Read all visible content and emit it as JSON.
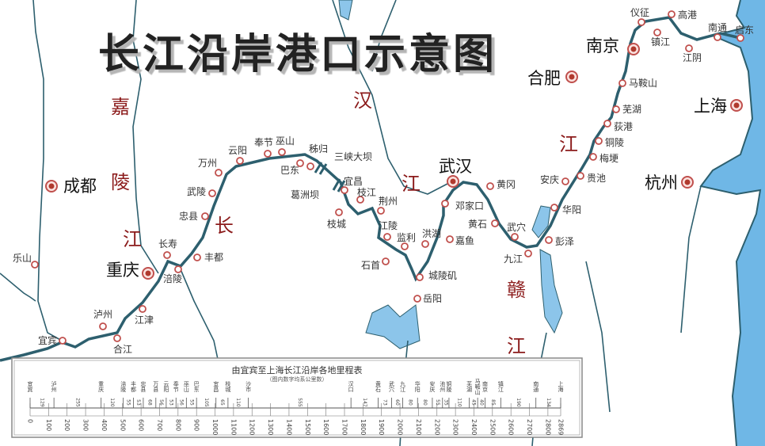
{
  "title": "长江沿岸港口示意图",
  "colors": {
    "river": "#2d5f6e",
    "water": "#6fb7e6",
    "port_ring": "#c0504d",
    "river_label": "#8b1a1a"
  },
  "cities": [
    {
      "name": "成都"
    },
    {
      "name": "重庆"
    },
    {
      "name": "武汉"
    },
    {
      "name": "合肥"
    },
    {
      "name": "南京"
    },
    {
      "name": "上海"
    },
    {
      "name": "杭州"
    }
  ],
  "ports": [
    {
      "name": "乐山"
    },
    {
      "name": "宜宾"
    },
    {
      "name": "泸州"
    },
    {
      "name": "合江"
    },
    {
      "name": "江津"
    },
    {
      "name": "长寿"
    },
    {
      "name": "涪陵"
    },
    {
      "name": "丰都"
    },
    {
      "name": "忠县"
    },
    {
      "name": "武陵"
    },
    {
      "name": "万州"
    },
    {
      "name": "云阳"
    },
    {
      "name": "奉节"
    },
    {
      "name": "巫山"
    },
    {
      "name": "巴东"
    },
    {
      "name": "秭归"
    },
    {
      "name": "宜昌"
    },
    {
      "name": "枝江"
    },
    {
      "name": "枝城"
    },
    {
      "name": "荆州"
    },
    {
      "name": "江陵"
    },
    {
      "name": "监利"
    },
    {
      "name": "洪湖"
    },
    {
      "name": "石首"
    },
    {
      "name": "城陵矶"
    },
    {
      "name": "岳阳"
    },
    {
      "name": "嘉鱼"
    },
    {
      "name": "邓家口"
    },
    {
      "name": "黄冈"
    },
    {
      "name": "黄石"
    },
    {
      "name": "武穴"
    },
    {
      "name": "九江"
    },
    {
      "name": "彭泽"
    },
    {
      "name": "华阳"
    },
    {
      "name": "安庆"
    },
    {
      "name": "贵池"
    },
    {
      "name": "梅埂"
    },
    {
      "name": "铜陵"
    },
    {
      "name": "荻港"
    },
    {
      "name": "芜湖"
    },
    {
      "name": "马鞍山"
    },
    {
      "name": "仪征"
    },
    {
      "name": "镇江"
    },
    {
      "name": "高港"
    },
    {
      "name": "江阴"
    },
    {
      "name": "南通"
    },
    {
      "name": "启东"
    }
  ],
  "dams": [
    {
      "name": "三峡大坝"
    },
    {
      "name": "葛洲坝"
    }
  ],
  "river_labels": [
    "嘉",
    "陵",
    "江",
    "长",
    "汉",
    "江",
    "江",
    "赣",
    "江"
  ],
  "mileage_table": {
    "title": "由宜宾至上海长江沿岸各地里程表",
    "subtitle": "（图内数字均系公里数）",
    "axis_max": 2869,
    "ticks": [
      0,
      100,
      200,
      300,
      400,
      500,
      600,
      700,
      800,
      900,
      1000,
      1100,
      1200,
      1300,
      1400,
      1500,
      1600,
      1700,
      1800,
      1900,
      2000,
      2100,
      2200,
      2300,
      2400,
      2500,
      2600,
      2700,
      2800,
      2869
    ],
    "stations": [
      {
        "name": "宜宾",
        "km": 0
      },
      {
        "name": "泸州",
        "km": 129
      },
      {
        "name": "重庆",
        "km": 384
      },
      {
        "name": "涪陵",
        "km": 504
      },
      {
        "name": "丰都",
        "km": 559
      },
      {
        "name": "忠县",
        "km": 612
      },
      {
        "name": "万县",
        "km": 680
      },
      {
        "name": "云阳",
        "km": 736
      },
      {
        "name": "奉节",
        "km": 789
      },
      {
        "name": "巫山",
        "km": 845
      },
      {
        "name": "巴东",
        "km": 900
      },
      {
        "name": "宜昌",
        "km": 1005
      },
      {
        "name": "枝城",
        "km": 1070
      },
      {
        "name": "沙市",
        "km": 1180
      },
      {
        "name": "汉口",
        "km": 1735
      },
      {
        "name": "黄石",
        "km": 1882
      },
      {
        "name": "武穴",
        "km": 1955
      },
      {
        "name": "九江",
        "km": 2015
      },
      {
        "name": "华阳",
        "km": 2095
      },
      {
        "name": "安庆",
        "km": 2175
      },
      {
        "name": "池州",
        "km": 2230
      },
      {
        "name": "铜陵",
        "km": 2265
      },
      {
        "name": "芜湖",
        "km": 2375
      },
      {
        "name": "马鞍山",
        "km": 2420
      },
      {
        "name": "南京",
        "km": 2460
      },
      {
        "name": "镇江",
        "km": 2545
      },
      {
        "name": "南通",
        "km": 2735
      },
      {
        "name": "上海",
        "km": 2869
      }
    ],
    "segments": [
      129,
      255,
      120,
      55,
      53,
      68,
      56,
      53,
      56,
      55,
      105,
      65,
      110,
      555,
      147,
      73,
      60,
      80,
      80,
      55,
      35,
      110,
      45,
      40,
      85,
      190,
      134
    ]
  }
}
